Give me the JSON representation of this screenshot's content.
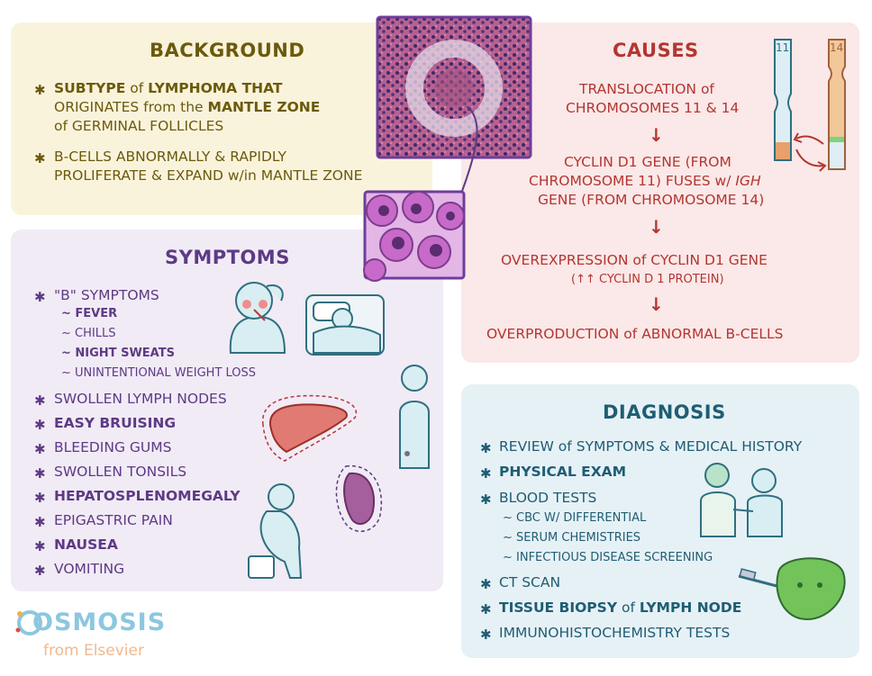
{
  "background": {
    "title": "BACKGROUND",
    "b1": [
      "SUBTYPE",
      "of",
      "LYMPHOMA that"
    ],
    "b1l2": [
      "ORIGINATES",
      "from the",
      "MANTLE ZONE"
    ],
    "b1l3": [
      "of",
      "GERMINAL FOLLICLES"
    ],
    "b2l1": "B-CELLS ABNORMALLY & RAPIDLY",
    "b2l2": [
      "PROLIFERATE & EXPAND",
      "w/in",
      "MANTLE ZONE"
    ]
  },
  "symptoms": {
    "title": "SYMPTOMS",
    "b_symptoms": "\"B\" SYMPTOMS",
    "sub": [
      "~ FEVER",
      "~ CHILLS",
      "~ NIGHT SWEATS",
      "~ UNINTENTIONAL WEIGHT LOSS"
    ],
    "items": [
      "SWOLLEN LYMPH NODES",
      "EASY BRUISING",
      "BLEEDING GUMS",
      "SWOLLEN TONSILS",
      "HEPATOSPLENOMEGALY",
      "EPIGASTRIC PAIN",
      "NAUSEA",
      "VOMITING"
    ]
  },
  "causes": {
    "title": "CAUSES",
    "step1": [
      "TRANSLOCATION",
      "of",
      "CHROMOSOMES 11 & 14"
    ],
    "step2": [
      "CYCLIN D1 GENE (from",
      "CHROMOSOME 11) FUSES",
      "w/",
      "IGH",
      "GENE (from CHROMOSOME 14)"
    ],
    "step3": [
      "OVEREXPRESSION",
      "of",
      "CYCLIN D1 GENE"
    ],
    "step3_note": "(↑↑ CYCLIN D 1 PROTEIN)",
    "step4": [
      "OVERPRODUCTION",
      "of",
      "ABNORMAL B-CELLS"
    ],
    "chrom_11": "11",
    "chrom_14": "14"
  },
  "diagnosis": {
    "title": "DIAGNOSIS",
    "i1": [
      "REVIEW",
      "of",
      "SYMPTOMS & MEDICAL HISTORY"
    ],
    "i2": "PHYSICAL EXAM",
    "i3": "BLOOD TESTS",
    "sub": [
      "~ CBC w/ DIFFERENTIAL",
      "~ SERUM CHEMISTRIES",
      "~ INFECTIOUS DISEASE SCREENING"
    ],
    "i4": "CT SCAN",
    "i5": [
      "TISSUE BIOPSY",
      "of",
      "LYMPH NODE"
    ],
    "i6": "IMMUNOHISTOCHEMISTRY TESTS"
  },
  "logo": {
    "brand": "OSMOSIS",
    "sub": "from Elsevier"
  },
  "colors": {
    "background": "#faf3dc",
    "symptoms": "#f1ebf6",
    "causes": "#fbe8e8",
    "diagnosis": "#e6f1f6"
  }
}
